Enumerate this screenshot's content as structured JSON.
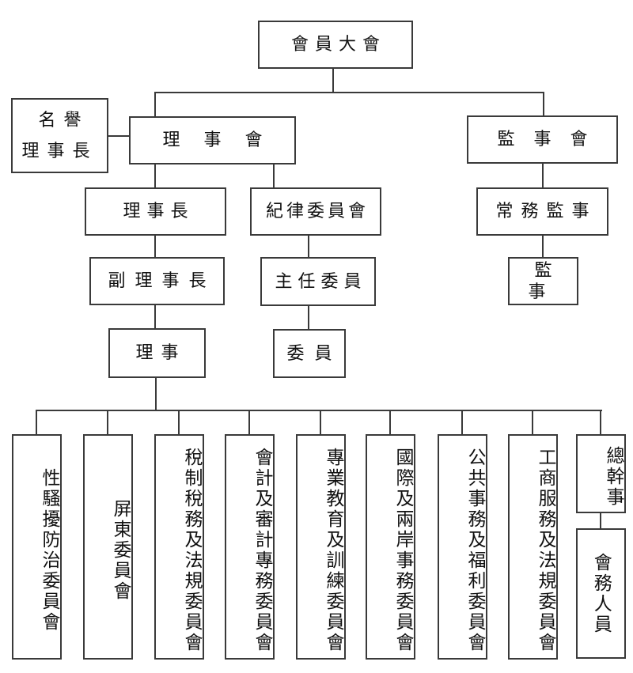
{
  "org_chart": {
    "root": {
      "label": "會員大會"
    },
    "honorary_chairman": {
      "line1": "名譽",
      "line2": "理事長"
    },
    "board_of_directors": {
      "label": "理事會"
    },
    "board_of_supervisors": {
      "label": "監事會"
    },
    "chairman": {
      "label": "理事長"
    },
    "discipline_committee": {
      "label": "紀律委員會"
    },
    "standing_supervisor": {
      "label": "常務監事"
    },
    "vice_chairman": {
      "label": "副理事長"
    },
    "chief_commissioner": {
      "label": "主任委員"
    },
    "supervisor": {
      "label": "監事"
    },
    "director": {
      "label": "理事"
    },
    "commissioner": {
      "label": "委員"
    },
    "committees": [
      {
        "label": "性騷擾防治委員會"
      },
      {
        "label": "屏東委員會"
      },
      {
        "label": "稅制稅務及法規委員會"
      },
      {
        "label": "會計及審計專務委員會"
      },
      {
        "label": "專業教育及訓練委員會"
      },
      {
        "label": "國際及兩岸事務委員會"
      },
      {
        "label": "公共事務及福利委員會"
      },
      {
        "label": "工商服務及法規委員會"
      },
      {
        "label": "總幹事"
      }
    ],
    "staff": {
      "label": "會務人員"
    }
  },
  "colors": {
    "line": "#3a3a3a",
    "background": "#ffffff",
    "text": "#111111"
  }
}
